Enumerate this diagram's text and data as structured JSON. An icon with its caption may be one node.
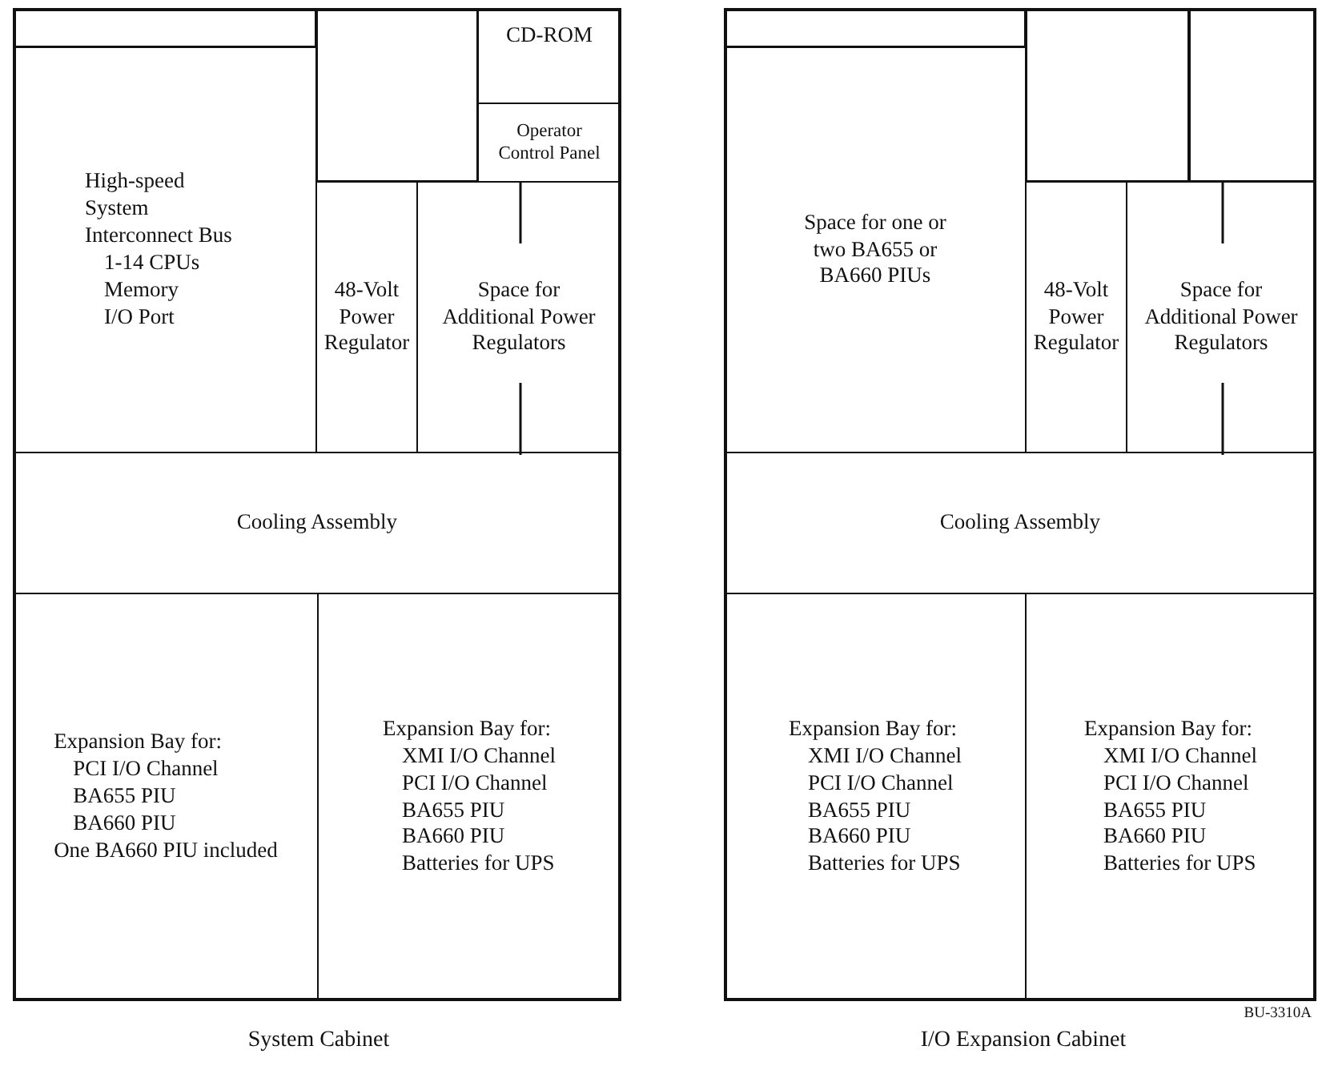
{
  "diagram": {
    "nodes": [
      {
        "text": [
          "System Cabinet"
        ]
      },
      {
        "text": [],
        "shape": "box",
        "in": 0
      },
      {
        "text": [
          "High-speed System Interconnect Bus",
          "1-14 CPUs",
          "Memory",
          "I/O Port"
        ],
        "in": 0
      },
      {
        "text": [],
        "shape": "box",
        "in": 0
      },
      {
        "text": [
          "CD-ROM"
        ],
        "in": 0
      },
      {
        "text": [
          "Operator Control Panel"
        ],
        "in": 0
      },
      {
        "text": [
          "48-Volt Power Regulator"
        ],
        "in": 0
      },
      {
        "text": [
          "Space for Additional Power Regulators"
        ],
        "in": 0
      },
      {
        "text": [
          "Cooling Assembly"
        ],
        "in": 0
      },
      {
        "text": [
          "Expansion Bay for:",
          "PCI I/O Channel",
          "BA655 PIU",
          "BA660 PIU",
          "One BA660 PIU included"
        ],
        "in": 0
      },
      {
        "text": [
          "Expansion Bay for:",
          "XMI I/O Channel",
          "PCI I/O Channel",
          "BA655 PIU",
          "BA660 PIU",
          "Batteries for UPS"
        ],
        "in": 0
      },
      {
        "text": [
          "I/O Expansion Cabinet"
        ]
      },
      {
        "text": [],
        "shape": "box",
        "in": 11
      },
      {
        "text": [
          "Space for one or two BA655 or BA660 PIUs"
        ],
        "in": 11
      },
      {
        "text": [],
        "shape": "box",
        "in": 11
      },
      {
        "text": [],
        "shape": "box",
        "in": 11
      },
      {
        "text": [
          "48-Volt Power Regulator"
        ],
        "in": 11
      },
      {
        "text": [
          "Space for Additional Power Regulators"
        ],
        "in": 11
      },
      {
        "text": [
          "Cooling Assembly"
        ],
        "in": 11
      },
      {
        "text": [
          "Expansion Bay for:",
          "XMI I/O Channel",
          "PCI I/O Channel",
          "BA655 PIU",
          "BA660 PIU",
          "Batteries for UPS"
        ],
        "in": 11
      },
      {
        "text": [
          "Expansion Bay for:",
          "XMI I/O Channel",
          "PCI I/O Channel",
          "BA655 PIU",
          "BA660 PIU",
          "Batteries for UPS"
        ],
        "in": 11
      }
    ],
    "labels": [
      "BU-3310A"
    ]
  }
}
